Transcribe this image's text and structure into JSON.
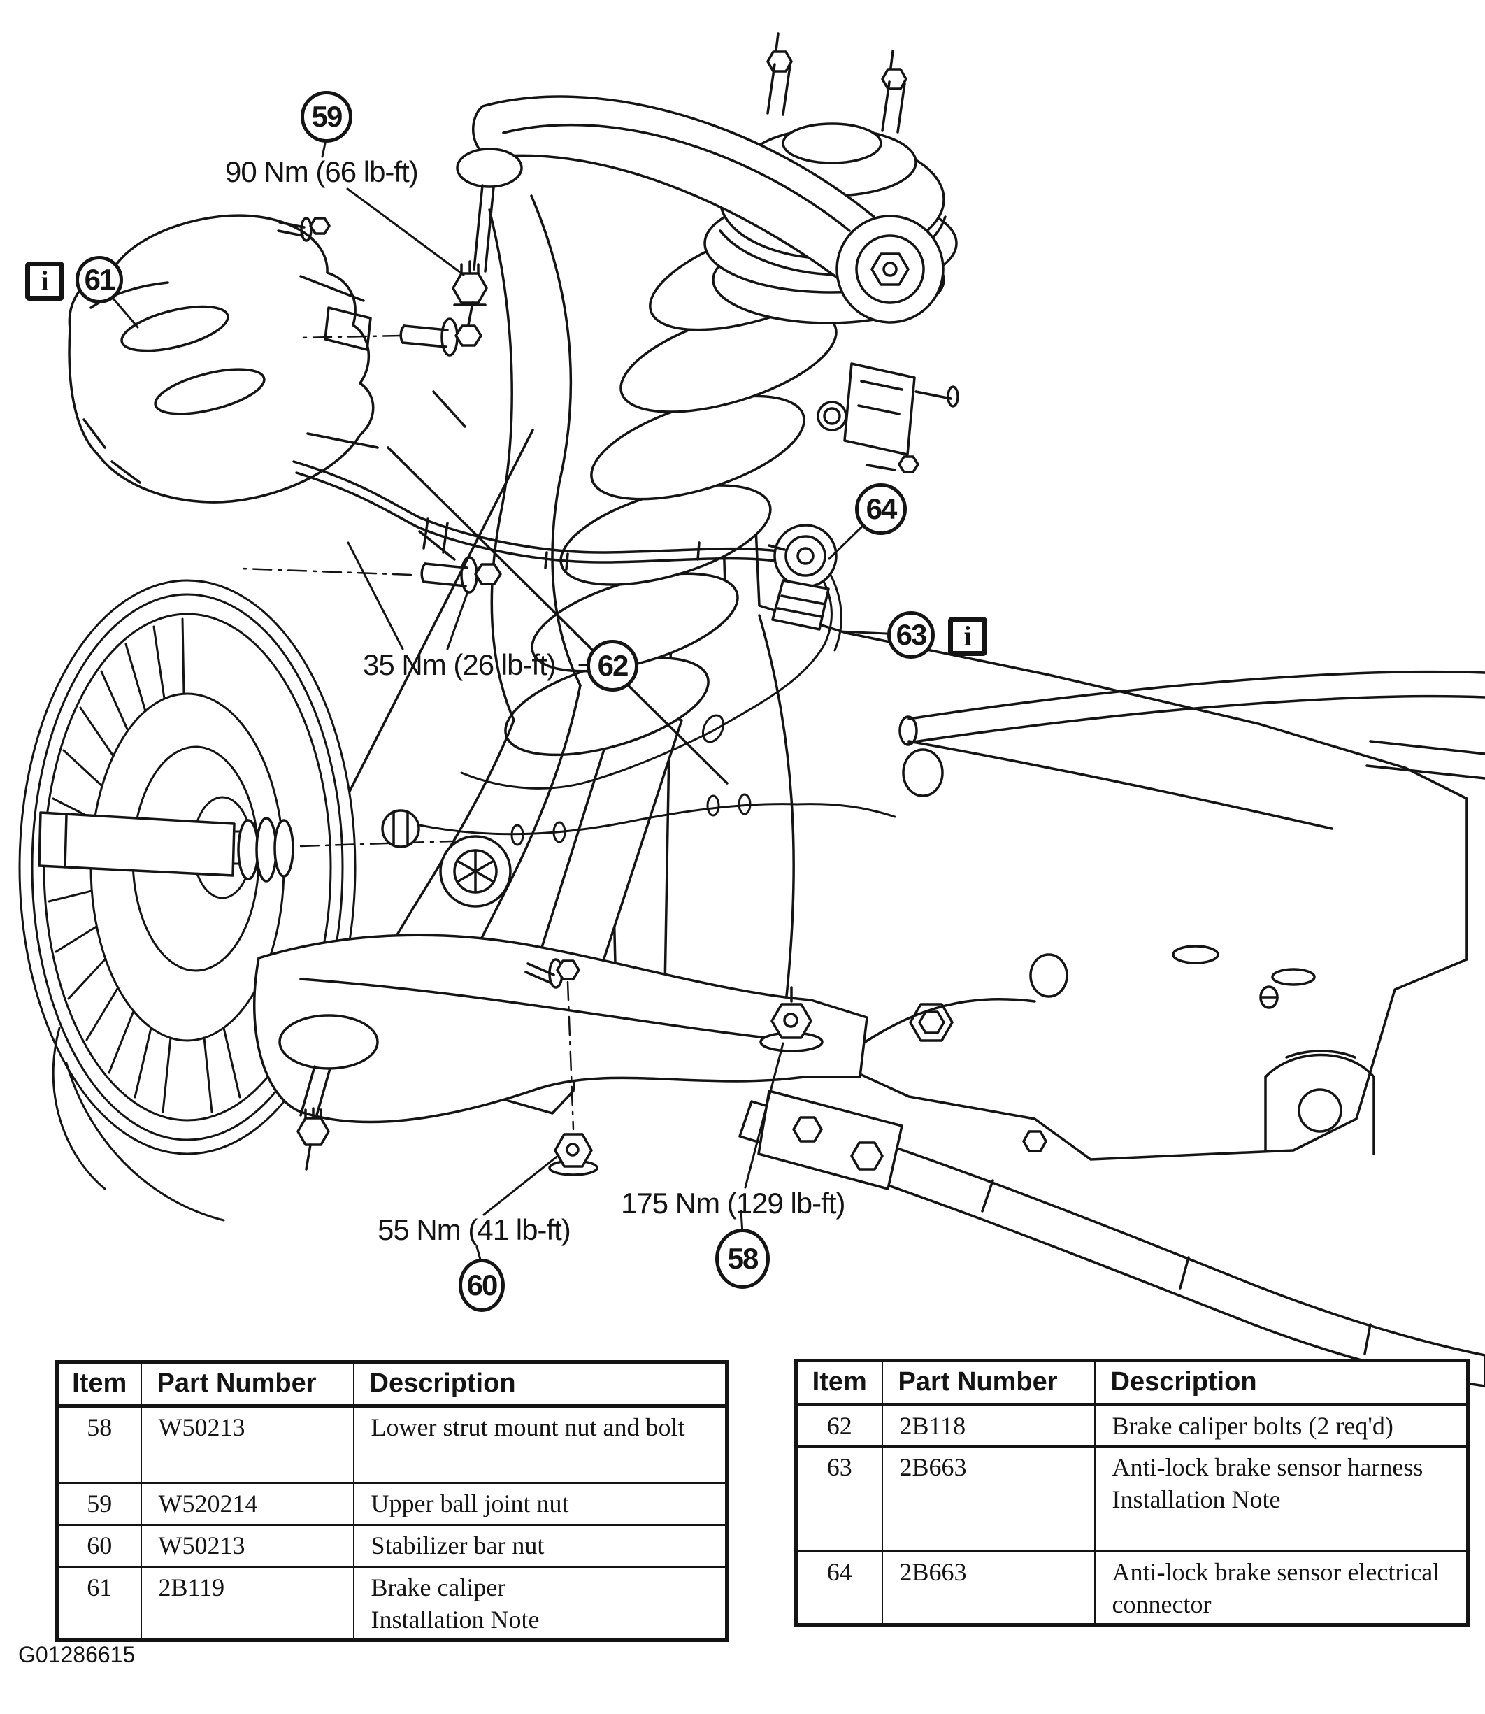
{
  "figure_id": "G01286615",
  "info_icon_glyph": "i",
  "colors": {
    "ink": "#141414",
    "paper": "#ffffff"
  },
  "callouts": {
    "c58": "58",
    "c59": "59",
    "c60": "60",
    "c61": "61",
    "c62": "62",
    "c63": "63",
    "c64": "64"
  },
  "torque_labels": {
    "upper_ball_joint_nut": "90 Nm (66 lb-ft)",
    "brake_caliper_bolts": "35 Nm (26 lb-ft)",
    "stabilizer_bar_nut": "55 Nm (41 lb-ft)",
    "lower_strut_mount": "175 Nm (129 lb-ft)"
  },
  "parts_tables": {
    "left": {
      "headers": [
        "Item",
        "Part Number",
        "Description"
      ],
      "rows": [
        {
          "item": "58",
          "part": "W50213",
          "desc": "Lower strut mount nut and bolt",
          "note": ""
        },
        {
          "item": "59",
          "part": "W520214",
          "desc": "Upper ball joint nut",
          "note": ""
        },
        {
          "item": "60",
          "part": "W50213",
          "desc": "Stabilizer bar nut",
          "note": ""
        },
        {
          "item": "61",
          "part": "2B119",
          "desc": "Brake caliper",
          "note": "Installation Note"
        }
      ]
    },
    "right": {
      "headers": [
        "Item",
        "Part Number",
        "Description"
      ],
      "rows": [
        {
          "item": "62",
          "part": "2B118",
          "desc": "Brake caliper bolts (2 req'd)",
          "note": ""
        },
        {
          "item": "63",
          "part": "2B663",
          "desc": "Anti-lock brake sensor harness",
          "note": "Installation Note"
        },
        {
          "item": "64",
          "part": "2B663",
          "desc": "Anti-lock brake sensor electrical connector",
          "note": ""
        }
      ]
    }
  }
}
